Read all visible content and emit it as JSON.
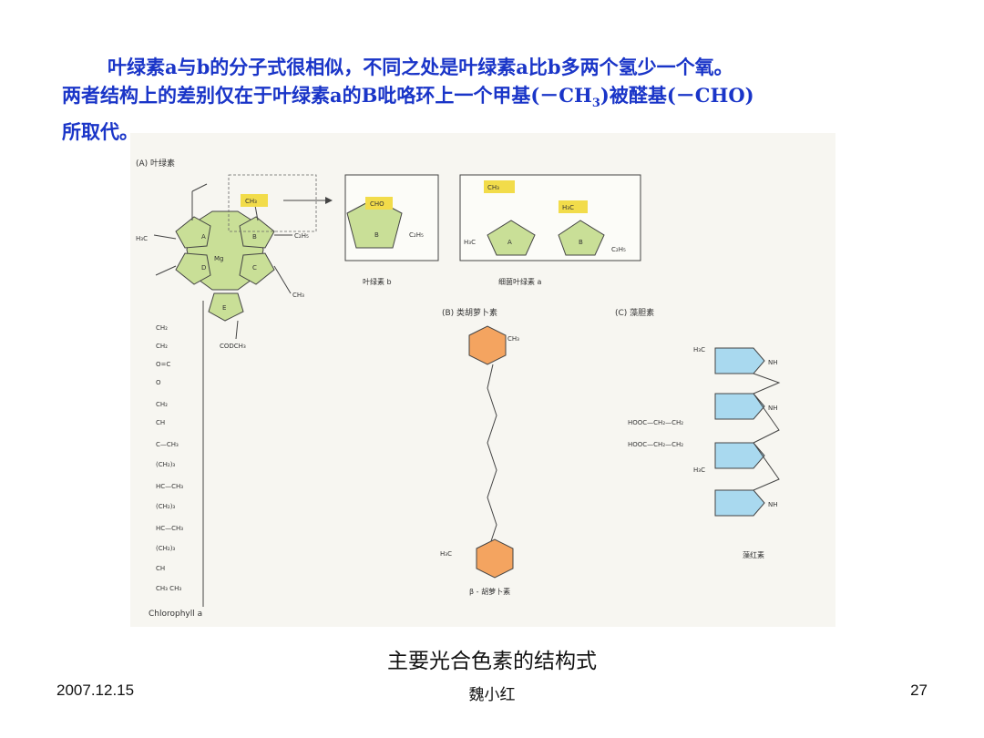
{
  "intro": {
    "line1": "叶绿素a与b的分子式很相似，不同之处是叶绿素a比b多两个氢少一个氧。",
    "line2_pre": "两者结构上的差别仅在于叶绿素a的B吡咯环上一个甲基(－CH",
    "line2_sub": "3",
    "line2_post": ")被醛基(－CHO)",
    "line3": "所取代。"
  },
  "figure": {
    "panel_a_label": "(A) 叶绿素",
    "chl_b_label": "叶绿素 b",
    "bact_label": "细菌叶绿素 a",
    "panel_b_label": "(B) 类胡萝卜素",
    "panel_c_label": "(C) 藻胆素",
    "beta_carotene_label": "β - 胡萝卜素",
    "phycoerythrin_label": "藻红素",
    "chlorophyll_a_label": "Chlorophyll a",
    "ring_labels": [
      "A",
      "B",
      "C",
      "D",
      "E"
    ],
    "mg_label": "Mg",
    "ch3_tag": "CH₃",
    "cho_tag": "CHO",
    "coch3_label": "CODCH₃",
    "c2h5_label": "C₂H₅",
    "h3c_label": "H₃C",
    "nh_label": "NH",
    "hooc_label": "HOOC—CH₂—CH₂",
    "ch3_small": "CH₃",
    "chain_labels": [
      "CH₂",
      "CH₂",
      "O=C",
      "O",
      "CH₂",
      "CH",
      "C—CH₃",
      "(CH₂)₃",
      "HC—CH₃",
      "(CH₂)₃",
      "HC—CH₃",
      "(CH₂)₃",
      "CH",
      "CH₃ CH₃"
    ]
  },
  "caption": "主要光合色素的结构式",
  "footer": {
    "date": "2007.12.15",
    "author": "魏小红",
    "page": "27"
  }
}
